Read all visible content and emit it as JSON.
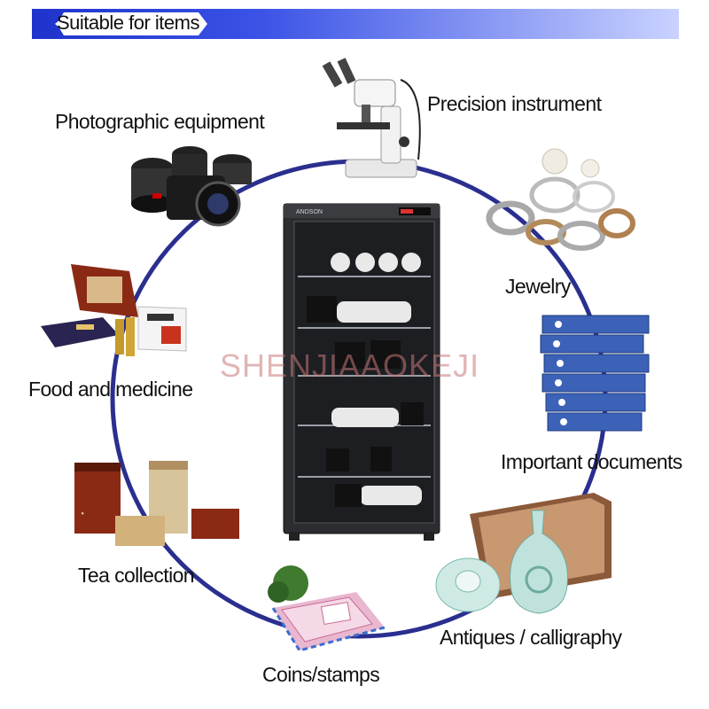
{
  "banner": {
    "title": "Suitable for items",
    "color": "#2b3fd6"
  },
  "ring_color": "#2a2f8f",
  "items": {
    "precision": "Precision instrument",
    "photo": "Photographic equipment",
    "jewelry": "Jewelry",
    "food": "Food and medicine",
    "documents": "Important documents",
    "tea": "Tea collection",
    "antiques": "Antiques / calligraphy",
    "coins": "Coins/stamps"
  },
  "cabinet": {
    "brand": "ANDSON"
  },
  "watermark": "SHENJIAAOKEJI"
}
